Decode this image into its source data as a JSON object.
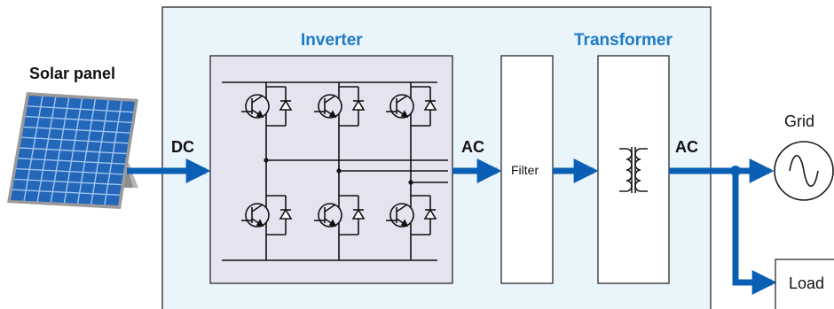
{
  "labels": {
    "solar_panel": "Solar panel",
    "inverter": "Inverter",
    "transformer": "Transformer",
    "dc": "DC",
    "ac_inverter": "AC",
    "ac_transformer": "AC",
    "filter": "Filter",
    "grid": "Grid",
    "load": "Load"
  },
  "colors": {
    "system_box_fill": "#eaf4fb",
    "system_box_border": "#1a1a1a",
    "inverter_fill": "#e6e3f0",
    "flow_arrow": "#0a5fb4",
    "title_blue": "#1d7ac7",
    "panel_blue": "#2466b8",
    "panel_frame": "#9a9a9a"
  },
  "icons": {
    "solar_panel": "solar-panel-icon",
    "transformer_coil": "transformer-coil-icon",
    "grid_sine": "ac-source-sine-icon",
    "igbt": "igbt-transistor-icon"
  }
}
